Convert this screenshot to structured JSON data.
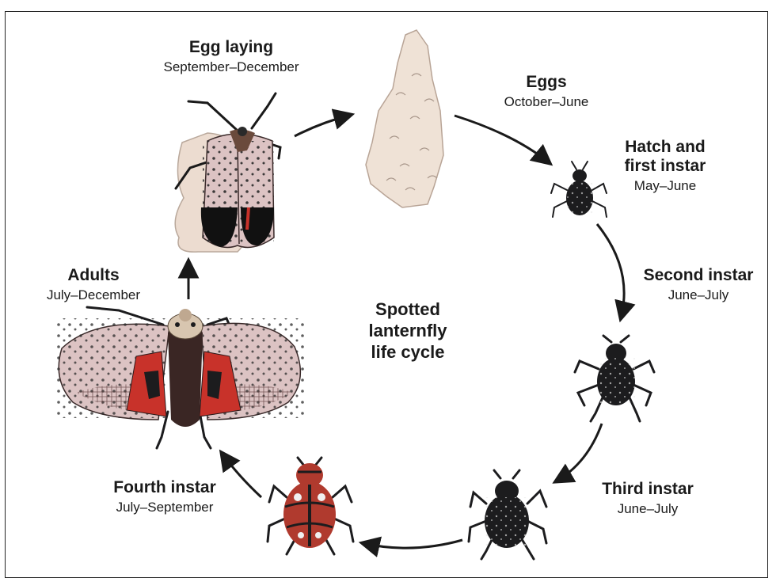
{
  "title": "Spotted lanternfly life cycle",
  "stages": [
    {
      "id": "egg-laying",
      "name": "Egg laying",
      "period": "September–December"
    },
    {
      "id": "eggs",
      "name": "Eggs",
      "period": "October–June"
    },
    {
      "id": "first-instar",
      "name": "Hatch and first instar",
      "period": "May–June"
    },
    {
      "id": "second-instar",
      "name": "Second instar",
      "period": "June–July"
    },
    {
      "id": "third-instar",
      "name": "Third instar",
      "period": "June–July"
    },
    {
      "id": "fourth-instar",
      "name": "Fourth instar",
      "period": "July–September"
    },
    {
      "id": "adults",
      "name": "Adults",
      "period": "July–December"
    }
  ],
  "colors": {
    "wing_pink": "#d8b6b6",
    "wing_red": "#c8322a",
    "nymph_black": "#1c1c1e",
    "egg_mass": "#efe2d6",
    "arrow": "#1a1a1a"
  }
}
